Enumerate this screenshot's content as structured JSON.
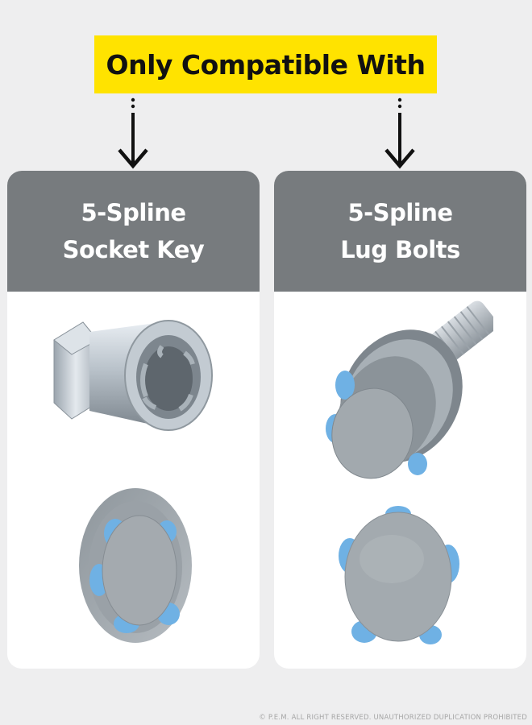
{
  "banner": {
    "text": "Only Compatible With"
  },
  "cards": [
    {
      "line1": "5-Spline",
      "line2": "Socket Key"
    },
    {
      "line1": "5-Spline",
      "line2": "Lug Bolts"
    }
  ],
  "footer": {
    "copyright": "© P.E.M. ALL RIGHT RESERVED. UNAUTHORIZED DUPLICATION PROHIBITED"
  },
  "icons": [
    "dotted-down-arrow-icon",
    "socket-key-icon",
    "socket-key-end-icon",
    "lug-bolt-icon",
    "lug-bolt-head-icon"
  ],
  "colors": {
    "banner": "#ffe300",
    "header": "#777b7e",
    "background": "#eeeeef",
    "spline": "#6fb1e4"
  }
}
